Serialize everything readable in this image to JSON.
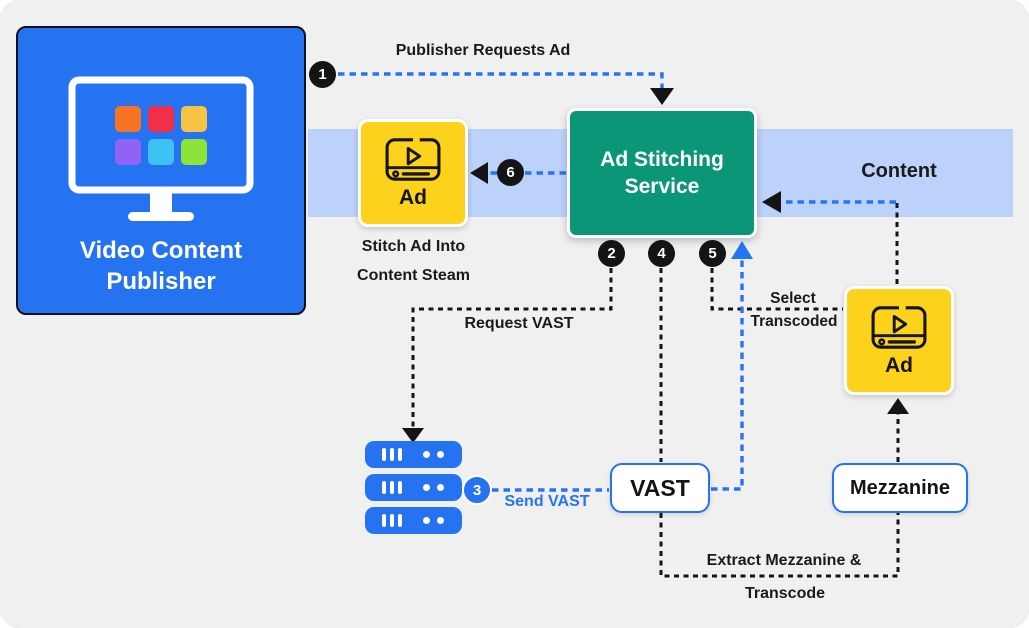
{
  "diagram": {
    "publisher": {
      "line1": "Video Content",
      "line2": "Publisher"
    },
    "band": {
      "label": "Content"
    },
    "service": {
      "line1": "Ad Stitching",
      "line2": "Service"
    },
    "left_ad": {
      "label": "Ad",
      "caption1": "Stitch Ad Into",
      "caption2": "Content Steam"
    },
    "right_ad": {
      "label": "Ad"
    },
    "vast_box": {
      "label": "VAST"
    },
    "mezzanine_box": {
      "label": "Mezzanine"
    },
    "steps": [
      {
        "n": "1",
        "label": "Publisher Requests Ad"
      },
      {
        "n": "2",
        "label": "Request VAST"
      },
      {
        "n": "3",
        "label": "Send VAST"
      },
      {
        "n": "4",
        "label_line1": "Extract Mezzanine &",
        "label_line2": "Transcode"
      },
      {
        "n": "5",
        "label_line1": "Select",
        "label_line2": "Transcoded"
      },
      {
        "n": "6",
        "label": ""
      }
    ],
    "icons": {
      "publisher": "monitor-icon",
      "ad_boxes": "video-player-icon",
      "ad_server": "server-stack-icon"
    },
    "colors": {
      "background": "#F0F0F0",
      "accent_blue": "#2673F2",
      "band_blue": "#BCD2FA",
      "service_green": "#0B9678",
      "ad_yellow": "#FDD21C",
      "line_black": "#141414",
      "tile_colors": [
        "#F97324",
        "#F03049",
        "#F6C344",
        "#8F63F4",
        "#3EC1F4",
        "#8EE33A"
      ]
    }
  }
}
